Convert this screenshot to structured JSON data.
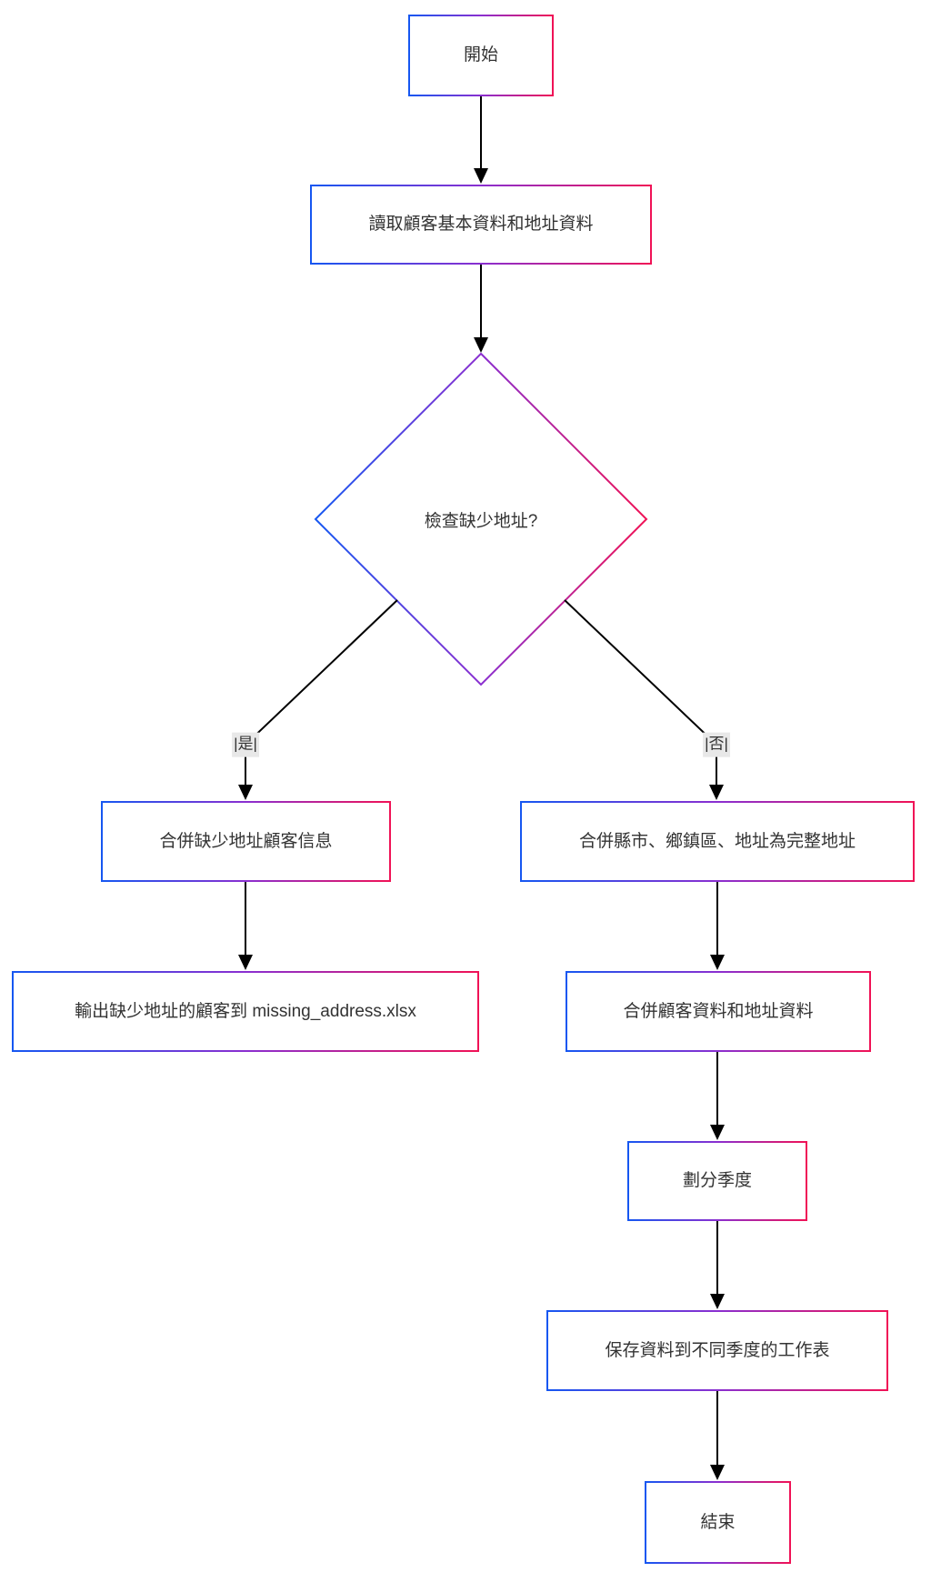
{
  "theme": {
    "background": "#ffffff",
    "node_fill": "#ffffff",
    "border_gradient_start": "#1657f1",
    "border_gradient_mid": "#8a2fd0",
    "border_gradient_end": "#f01256",
    "edge_stroke": "#000000",
    "node_text_color": "#333333",
    "edge_label_background": "#e8e8e8",
    "edge_label_text_color": "#333333"
  },
  "flowchart": {
    "nodes": {
      "start": {
        "label": "開始",
        "shape": "rect"
      },
      "read_data": {
        "label": "讀取顧客基本資料和地址資料",
        "shape": "rect"
      },
      "check_missing": {
        "label": "檢查缺少地址?",
        "shape": "diamond"
      },
      "merge_missing_info": {
        "label": "合併缺少地址顧客信息",
        "shape": "rect"
      },
      "output_missing": {
        "label": "輸出缺少地址的顧客到 missing_address.xlsx",
        "shape": "rect"
      },
      "merge_full_address": {
        "label": "合併縣市、鄉鎮區、地址為完整地址",
        "shape": "rect"
      },
      "merge_customer_address": {
        "label": "合併顧客資料和地址資料",
        "shape": "rect"
      },
      "split_quarters": {
        "label": "劃分季度",
        "shape": "rect"
      },
      "save_quarter_sheets": {
        "label": "保存資料到不同季度的工作表",
        "shape": "rect"
      },
      "end": {
        "label": "結束",
        "shape": "rect"
      }
    },
    "edge_labels": {
      "yes": "|是|",
      "no": "|否|"
    }
  }
}
